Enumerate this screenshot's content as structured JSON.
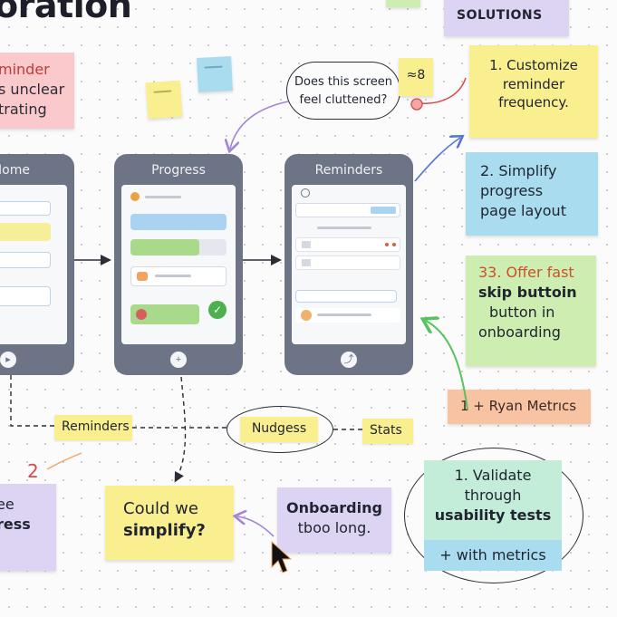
{
  "header": {
    "title": "oration"
  },
  "solutions_tag": "SOLUTIONS",
  "notes": {
    "pink_top": [
      "minder",
      "s unclear",
      "trating"
    ],
    "bubble_question": [
      "Does this screen",
      "feel cluttened?"
    ],
    "yellow_small": "≈8",
    "sol1": [
      "1. Customize",
      "reminder",
      "frequency."
    ],
    "sol2": [
      "2. Simplify",
      "progress",
      "page layout"
    ],
    "sol3_line1": "33. Offer fast",
    "sol3_line2": "skip buttoin",
    "sol3_line3": "button in",
    "sol3_line4": "onboarding",
    "ryan": "1 + Ryan Metrıcs",
    "reminders": "Reminders",
    "nudgess": "Nudgess",
    "stats": "Stats",
    "purple_left": [
      "ee",
      "ress"
    ],
    "could_we": [
      "Could we",
      "simplify?"
    ],
    "onboarding": [
      "Onboarding",
      "tboo long."
    ],
    "validate_lines": [
      "1. Validate",
      "through",
      "usability tests"
    ],
    "with_metrics": "+ with metrics",
    "marker_2": "2"
  },
  "screens": {
    "home": "Iome",
    "progress": "Progress",
    "reminders": "Reminders"
  },
  "colors": {
    "pink": "#f9c9cc",
    "yellow": "#f9ef8f",
    "blue": "#a9dcef",
    "green": "#cdeeb0",
    "purple": "#ddd3f3",
    "orange": "#f8c3a3",
    "teal": "#c3ecd9",
    "phone": "#6c7485",
    "red_line": "#d84949",
    "purple_arrow": "#a383d8",
    "blue_arrow": "#5577cc",
    "green_arrow": "#58c25e"
  }
}
